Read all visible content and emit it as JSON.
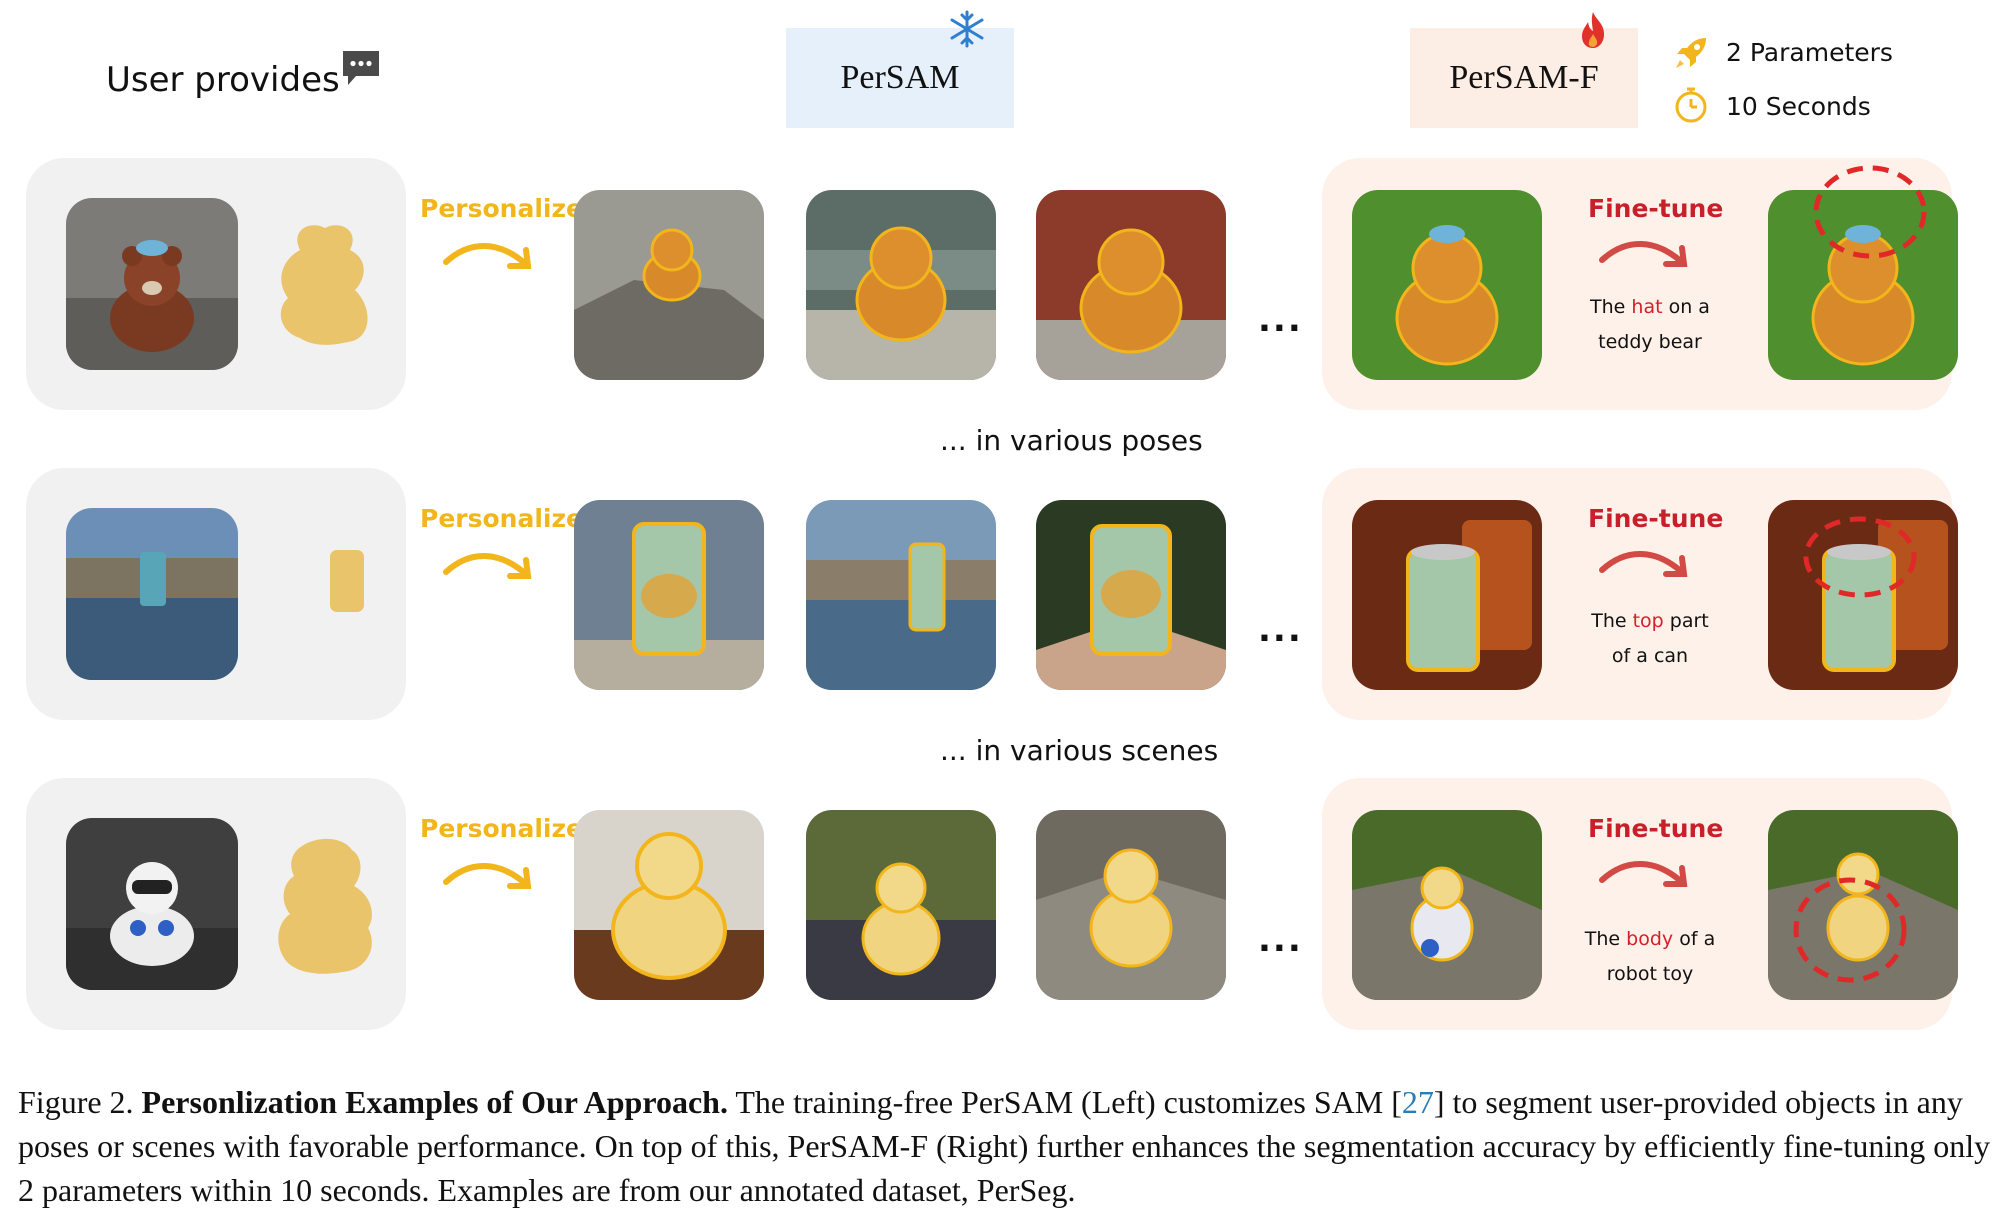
{
  "header": {
    "user_provides": "User provides",
    "persam": "PerSAM",
    "persam_f": "PerSAM-F",
    "stat_params": "2 Parameters",
    "stat_time": "10 Seconds"
  },
  "rows": [
    {
      "personalize_label": "Personalize",
      "finetune_label": "Fine-tune",
      "desc_pre": "The ",
      "desc_hl": "hat",
      "desc_post": " on a",
      "desc_line2": "teddy bear",
      "dots": "..."
    },
    {
      "personalize_label": "Personalize",
      "finetune_label": "Fine-tune",
      "desc_pre": "The ",
      "desc_hl": "top",
      "desc_post": " part",
      "desc_line2": "of a can",
      "dots": "..."
    },
    {
      "personalize_label": "Personalize",
      "finetune_label": "Fine-tune",
      "desc_pre": "The ",
      "desc_hl": "body",
      "desc_post": " of a",
      "desc_line2": "robot toy",
      "dots": "..."
    }
  ],
  "separators": {
    "poses": "... in various poses",
    "scenes": "... in various scenes"
  },
  "caption": {
    "prefix": "Figure 2. ",
    "bold": "Personlization Examples of Our Approach.",
    "text1": " The training-free PerSAM (Left) customizes SAM [",
    "ref": "27",
    "text2": "] to segment user-provided objects in any poses or scenes with favorable performance. On top of this, PerSAM-F (Right) further enhances the segmentation accuracy by efficiently fine-tuning only 2 parameters within 10 seconds. Examples are from our annotated dataset, PerSeg."
  },
  "colors": {
    "yellow": "#f2b51b",
    "red": "#c8202a",
    "mask": "#e9c46a",
    "gray_panel": "#f1f1f1",
    "peach_panel": "#fdf1ea",
    "persam_box": "#e6f0fa",
    "persamf_box": "#fdeee5"
  },
  "icons": [
    "chat-icon",
    "snowflake-icon",
    "flame-icon",
    "rocket-icon",
    "stopwatch-icon"
  ]
}
